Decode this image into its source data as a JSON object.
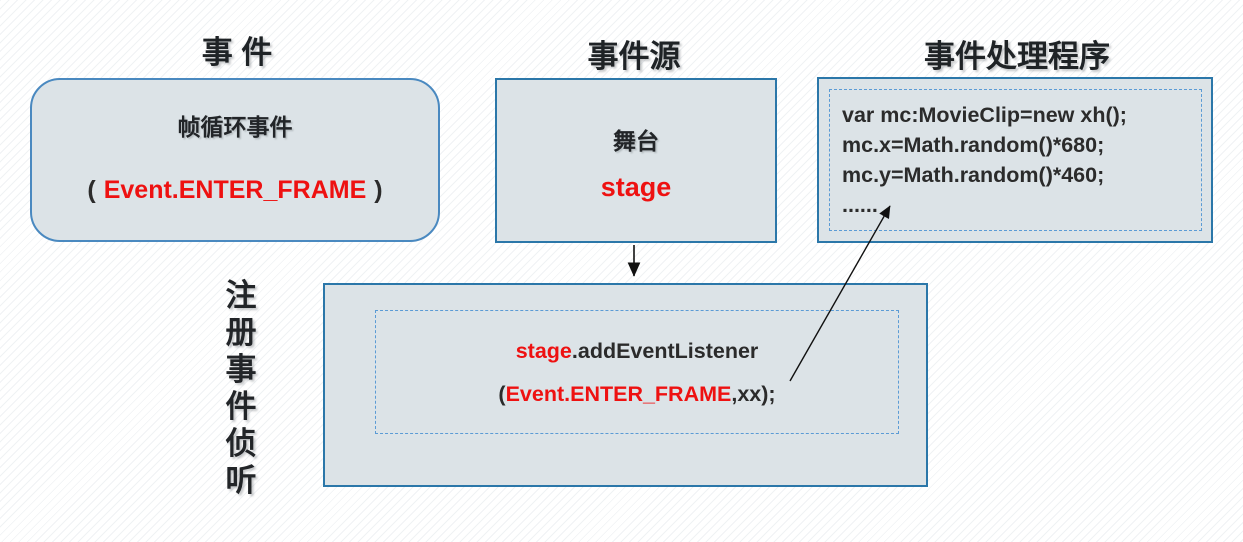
{
  "colors": {
    "accent_red": "#ee1111",
    "text_dark": "#2b2b2b",
    "box_fill": "#dce3e7",
    "box_border_solid": "#2b77a9",
    "rounded_box_border": "#4a89c0",
    "dashed_border": "#5b9bd5"
  },
  "headers": {
    "event": "事 件",
    "source": "事件源",
    "handler": "事件处理程序"
  },
  "event_box": {
    "title": "帧循环事件",
    "paren_open": "(",
    "code_red": "Event.ENTER_FRAME",
    "paren_close": ")"
  },
  "source_box": {
    "title": "舞台",
    "code_red": "stage"
  },
  "handler_box": {
    "code_lines": [
      "var mc:MovieClip=new xh();",
      "mc.x=Math.random()*680;",
      "mc.y=Math.random()*460;",
      "......"
    ]
  },
  "register_box": {
    "line1_red": "stage",
    "line1_dark": ".addEventListener",
    "line2_open": "(",
    "line2_red": "Event.ENTER_FRAME",
    "line2_dark": ",xx);"
  },
  "side_label": {
    "text": "注册事件侦听",
    "chars": [
      "注",
      "册",
      "事",
      "件",
      "侦",
      "听"
    ]
  }
}
